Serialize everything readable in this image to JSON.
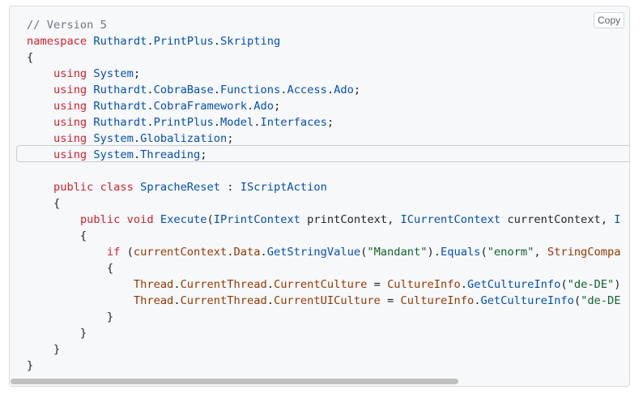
{
  "copy_label": "Copy",
  "code": [
    {
      "line": 1,
      "parts": [
        {
          "t": "// Version 5",
          "c": "cm"
        }
      ]
    },
    {
      "line": 2,
      "parts": [
        {
          "t": "namespace",
          "c": "kw"
        },
        {
          "t": " "
        },
        {
          "t": "Ruthardt",
          "c": "ty"
        },
        {
          "t": "."
        },
        {
          "t": "PrintPlus",
          "c": "ty"
        },
        {
          "t": "."
        },
        {
          "t": "Skripting",
          "c": "ty"
        }
      ]
    },
    {
      "line": 3,
      "parts": [
        {
          "t": "{"
        }
      ]
    },
    {
      "line": 4,
      "parts": [
        {
          "t": "    "
        },
        {
          "t": "using",
          "c": "kw"
        },
        {
          "t": " "
        },
        {
          "t": "System",
          "c": "ty"
        },
        {
          "t": ";"
        }
      ]
    },
    {
      "line": 5,
      "parts": [
        {
          "t": "    "
        },
        {
          "t": "using",
          "c": "kw"
        },
        {
          "t": " "
        },
        {
          "t": "Ruthardt",
          "c": "ty"
        },
        {
          "t": "."
        },
        {
          "t": "CobraBase",
          "c": "ty"
        },
        {
          "t": "."
        },
        {
          "t": "Functions",
          "c": "ty"
        },
        {
          "t": "."
        },
        {
          "t": "Access",
          "c": "ty"
        },
        {
          "t": "."
        },
        {
          "t": "Ado",
          "c": "ty"
        },
        {
          "t": ";"
        }
      ]
    },
    {
      "line": 6,
      "parts": [
        {
          "t": "    "
        },
        {
          "t": "using",
          "c": "kw"
        },
        {
          "t": " "
        },
        {
          "t": "Ruthardt",
          "c": "ty"
        },
        {
          "t": "."
        },
        {
          "t": "CobraFramework",
          "c": "ty"
        },
        {
          "t": "."
        },
        {
          "t": "Ado",
          "c": "ty"
        },
        {
          "t": ";"
        }
      ]
    },
    {
      "line": 7,
      "parts": [
        {
          "t": "    "
        },
        {
          "t": "using",
          "c": "kw"
        },
        {
          "t": " "
        },
        {
          "t": "Ruthardt",
          "c": "ty"
        },
        {
          "t": "."
        },
        {
          "t": "PrintPlus",
          "c": "ty"
        },
        {
          "t": "."
        },
        {
          "t": "Model",
          "c": "ty"
        },
        {
          "t": "."
        },
        {
          "t": "Interfaces",
          "c": "ty"
        },
        {
          "t": ";"
        }
      ]
    },
    {
      "line": 8,
      "parts": [
        {
          "t": "    "
        },
        {
          "t": "using",
          "c": "kw"
        },
        {
          "t": " "
        },
        {
          "t": "System",
          "c": "ty"
        },
        {
          "t": "."
        },
        {
          "t": "Globalization",
          "c": "ty"
        },
        {
          "t": ";"
        }
      ]
    },
    {
      "line": 9,
      "parts": [
        {
          "t": "    "
        },
        {
          "t": "using",
          "c": "kw"
        },
        {
          "t": " "
        },
        {
          "t": "System",
          "c": "ty"
        },
        {
          "t": "."
        },
        {
          "t": "Threading",
          "c": "ty"
        },
        {
          "t": ";"
        }
      ]
    },
    {
      "line": 10,
      "parts": [
        {
          "t": ""
        }
      ]
    },
    {
      "line": 11,
      "parts": [
        {
          "t": "    "
        },
        {
          "t": "public",
          "c": "kw"
        },
        {
          "t": " "
        },
        {
          "t": "class",
          "c": "kw"
        },
        {
          "t": " "
        },
        {
          "t": "SpracheReset",
          "c": "ty"
        },
        {
          "t": " : "
        },
        {
          "t": "IScriptAction",
          "c": "ty"
        }
      ]
    },
    {
      "line": 12,
      "parts": [
        {
          "t": "    {"
        }
      ]
    },
    {
      "line": 13,
      "parts": [
        {
          "t": "        "
        },
        {
          "t": "public",
          "c": "kw"
        },
        {
          "t": " "
        },
        {
          "t": "void",
          "c": "kw"
        },
        {
          "t": " "
        },
        {
          "t": "Execute",
          "c": "ty"
        },
        {
          "t": "("
        },
        {
          "t": "IPrintContext",
          "c": "ty"
        },
        {
          "t": " printContext, "
        },
        {
          "t": "ICurrentContext",
          "c": "ty"
        },
        {
          "t": " currentContext, "
        },
        {
          "t": "I",
          "c": "ty"
        }
      ]
    },
    {
      "line": 14,
      "parts": [
        {
          "t": "        {"
        }
      ]
    },
    {
      "line": 15,
      "parts": [
        {
          "t": "            "
        },
        {
          "t": "if",
          "c": "kw"
        },
        {
          "t": " ("
        },
        {
          "t": "currentContext",
          "c": "pr"
        },
        {
          "t": "."
        },
        {
          "t": "Data",
          "c": "pr"
        },
        {
          "t": "."
        },
        {
          "t": "GetStringValue",
          "c": "ty"
        },
        {
          "t": "("
        },
        {
          "t": "\"Mandant\"",
          "c": "st"
        },
        {
          "t": ")."
        },
        {
          "t": "Equals",
          "c": "ty"
        },
        {
          "t": "("
        },
        {
          "t": "\"enorm\"",
          "c": "st"
        },
        {
          "t": ", "
        },
        {
          "t": "StringCompa",
          "c": "pr"
        }
      ]
    },
    {
      "line": 16,
      "parts": [
        {
          "t": "            {"
        }
      ]
    },
    {
      "line": 17,
      "parts": [
        {
          "t": "                "
        },
        {
          "t": "Thread",
          "c": "pr"
        },
        {
          "t": "."
        },
        {
          "t": "CurrentThread",
          "c": "pr"
        },
        {
          "t": "."
        },
        {
          "t": "CurrentCulture",
          "c": "pr"
        },
        {
          "t": " = "
        },
        {
          "t": "CultureInfo",
          "c": "pr"
        },
        {
          "t": "."
        },
        {
          "t": "GetCultureInfo",
          "c": "ty"
        },
        {
          "t": "("
        },
        {
          "t": "\"de-DE\"",
          "c": "st"
        },
        {
          "t": ")"
        }
      ]
    },
    {
      "line": 18,
      "parts": [
        {
          "t": "                "
        },
        {
          "t": "Thread",
          "c": "pr"
        },
        {
          "t": "."
        },
        {
          "t": "CurrentThread",
          "c": "pr"
        },
        {
          "t": "."
        },
        {
          "t": "CurrentUICulture",
          "c": "pr"
        },
        {
          "t": " = "
        },
        {
          "t": "CultureInfo",
          "c": "pr"
        },
        {
          "t": "."
        },
        {
          "t": "GetCultureInfo",
          "c": "ty"
        },
        {
          "t": "("
        },
        {
          "t": "\"de-DE",
          "c": "st"
        }
      ]
    },
    {
      "line": 19,
      "parts": [
        {
          "t": "            }"
        }
      ]
    },
    {
      "line": 20,
      "parts": [
        {
          "t": "        }"
        }
      ]
    },
    {
      "line": 21,
      "parts": [
        {
          "t": "    }"
        }
      ]
    },
    {
      "line": 22,
      "parts": [
        {
          "t": "}"
        }
      ]
    }
  ]
}
